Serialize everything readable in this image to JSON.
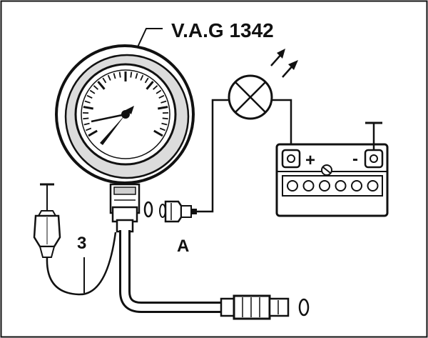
{
  "diagram": {
    "tool_label": "V.A.G 1342",
    "callout_a": "A",
    "callout_3": "3",
    "battery_plus": "+",
    "battery_minus": "-"
  }
}
